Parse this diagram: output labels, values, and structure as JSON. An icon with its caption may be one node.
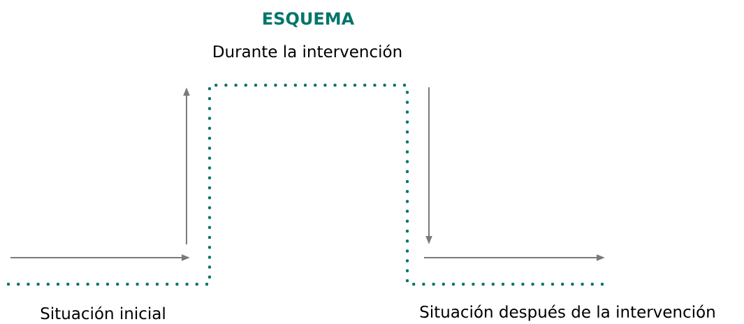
{
  "diagram": {
    "title": "ESQUEMA",
    "labels": [
      "Durante la intervención",
      "Situación inicial",
      "Situación después de la intervención"
    ]
  }
}
